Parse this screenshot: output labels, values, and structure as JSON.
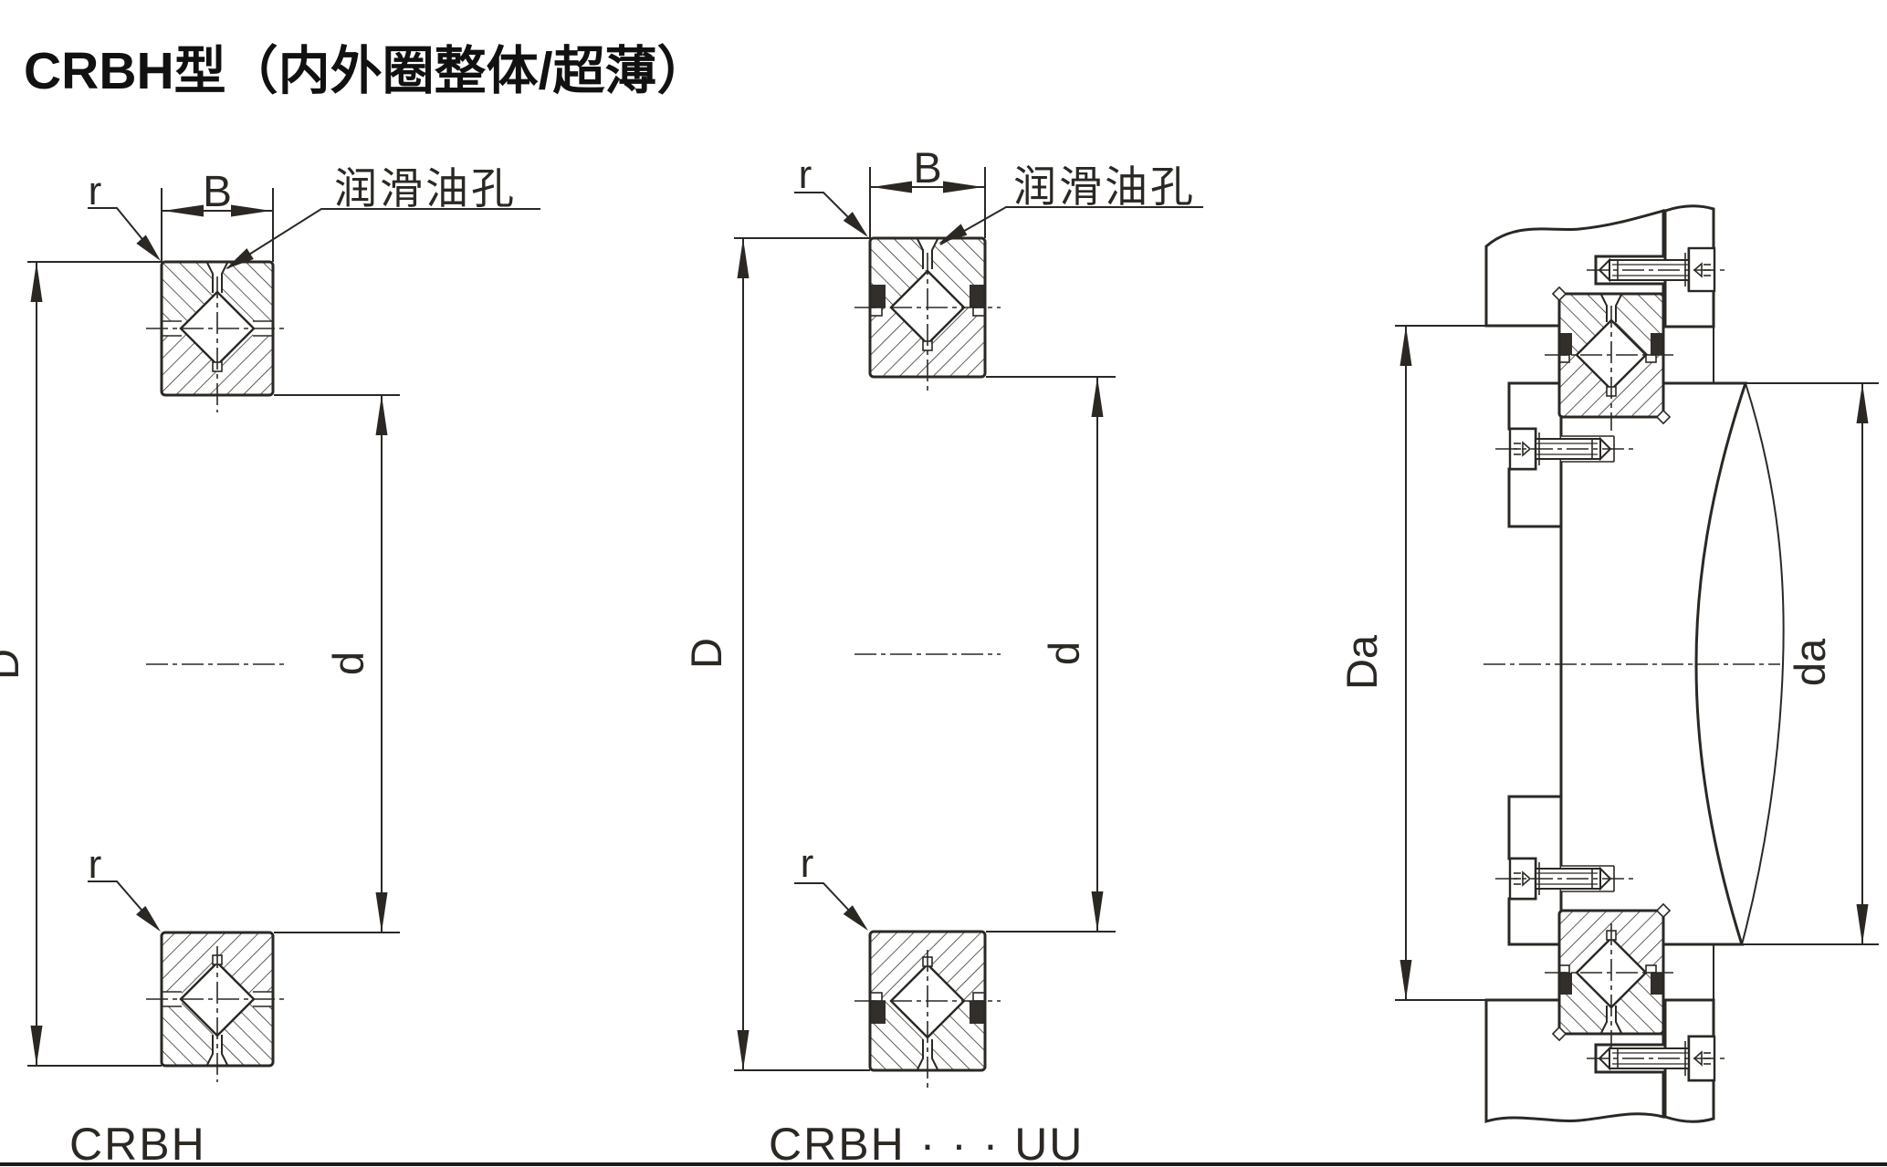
{
  "title": "CRBH型（内外圈整体/超薄）",
  "colors": {
    "line": "#2b2824",
    "background": "#ffffff",
    "title": "#111111"
  },
  "labels": {
    "radius": "r",
    "width": "B",
    "outer_diameter": "D",
    "bore_diameter": "d",
    "housing_shoulder_diameter": "Da",
    "shaft_shoulder_diameter": "da",
    "oil_hole": "润滑油孔"
  },
  "models": {
    "open": "CRBH",
    "sealed": "CRBH · · · UU"
  }
}
